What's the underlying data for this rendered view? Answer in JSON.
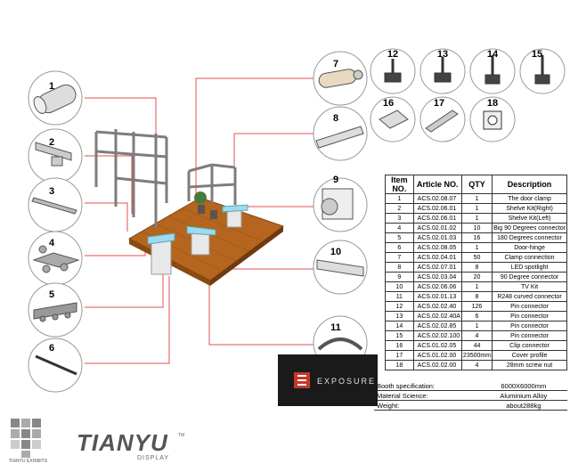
{
  "callouts": [
    "1",
    "2",
    "3",
    "4",
    "5",
    "6",
    "7",
    "8",
    "9",
    "10",
    "11",
    "12",
    "13",
    "14",
    "15",
    "16",
    "17",
    "18"
  ],
  "table": {
    "headers": [
      "Item NO.",
      "Article NO.",
      "QTY",
      "Description"
    ],
    "rows": [
      {
        "item": "1",
        "article": "ACS.02.08.07",
        "qty": "1",
        "desc": "The door clamp"
      },
      {
        "item": "2",
        "article": "ACS.02.06.01",
        "qty": "1",
        "desc": "Shelve Kit(Right)"
      },
      {
        "item": "3",
        "article": "ACS.02.06.01",
        "qty": "1",
        "desc": "Shelve Kit(Left)"
      },
      {
        "item": "4",
        "article": "ACS.02.01.02",
        "qty": "10",
        "desc": "Big 90 Degrees connector"
      },
      {
        "item": "5",
        "article": "ACS.02.01.03",
        "qty": "16",
        "desc": "180 Degrees connector"
      },
      {
        "item": "6",
        "article": "ACS.02.08.05",
        "qty": "1",
        "desc": "Door-hinge"
      },
      {
        "item": "7",
        "article": "ACS.02.04.01",
        "qty": "50",
        "desc": "Clamp connection"
      },
      {
        "item": "8",
        "article": "ACS.02.07.01",
        "qty": "8",
        "desc": "LED spotlight"
      },
      {
        "item": "9",
        "article": "ACS.02.03.04",
        "qty": "20",
        "desc": "90 Degree connector"
      },
      {
        "item": "10",
        "article": "ACS.02.06.06",
        "qty": "1",
        "desc": "TV Kit"
      },
      {
        "item": "11",
        "article": "ACS.02.01.13",
        "qty": "8",
        "desc": "R248 curved connector"
      },
      {
        "item": "12",
        "article": "ACS.02.02.40",
        "qty": "126",
        "desc": "Pin connector"
      },
      {
        "item": "13",
        "article": "ACS.02.02.40A",
        "qty": "6",
        "desc": "Pin connector"
      },
      {
        "item": "14",
        "article": "ACS.02.02.85",
        "qty": "1",
        "desc": "Pin connector"
      },
      {
        "item": "15",
        "article": "ACS.02.02.100",
        "qty": "4",
        "desc": "Pin connector"
      },
      {
        "item": "16",
        "article": "ACS.01.02.05",
        "qty": "44",
        "desc": "Clip connector"
      },
      {
        "item": "17",
        "article": "ACS.01.02.00",
        "qty": "23500mm",
        "desc": "Cover profile"
      },
      {
        "item": "18",
        "article": "ACS.02.02.00",
        "qty": "4",
        "desc": "28mm screw nut"
      }
    ]
  },
  "specs": {
    "booth_label": "Booth specification:",
    "booth_value": "6000X6000mm",
    "material_label": "Material Science:",
    "material_value": "Aluminium Alloy",
    "weight_label": "Weight:",
    "weight_value": "about288kg"
  },
  "exposure": {
    "text": "EXPOSURE"
  },
  "brand": {
    "name": "TIANYU",
    "sub": "DISPLAY",
    "tm": "TM",
    "exhibits": "TIANYU EXHIBITS"
  },
  "colors": {
    "accent": "#c0392b",
    "floor": "#b5651d",
    "line": "#d9534f",
    "frame": "#888888"
  }
}
